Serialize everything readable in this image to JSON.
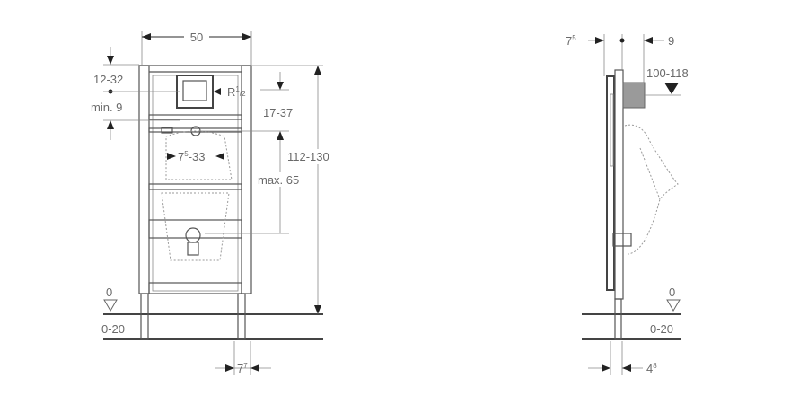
{
  "front_view": {
    "width_label": "50",
    "top_offset_label": "12-32",
    "min_label": "min. 9",
    "thread_label": "R",
    "thread_sup": "1",
    "thread_sub": "/2",
    "inlet_range_label": "17-37",
    "height_label": "112-130",
    "max_label": "max. 65",
    "fixing_label_base": "7",
    "fixing_label_sup": "5",
    "fixing_label_rest": "-33",
    "floor_zero_label": "0",
    "floor_range_label": "0-20",
    "foot_label_base": "7",
    "foot_label_sup": "7"
  },
  "side_view": {
    "left_label_base": "7",
    "left_label_sup": "5",
    "right_label": "9",
    "height_label": "100-118",
    "floor_zero_label": "0",
    "floor_range_label": "0-20",
    "foot_label_base": "4",
    "foot_label_sup": "8"
  }
}
